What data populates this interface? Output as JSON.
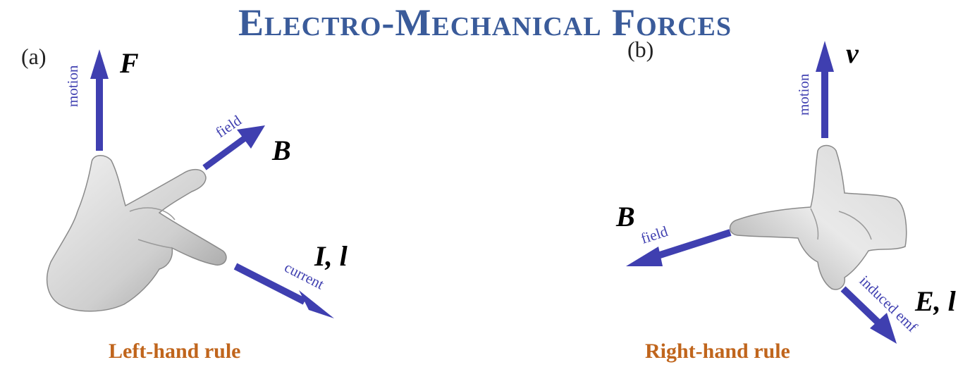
{
  "title": "Electro-Mechanical Forces",
  "left_panel": {
    "panel_label": "(a)",
    "caption": "Left-hand rule",
    "arrows": {
      "motion": {
        "label": "motion",
        "symbol": "F"
      },
      "field": {
        "label": "field",
        "symbol": "B"
      },
      "current": {
        "label": "current",
        "symbol": "I, l"
      }
    }
  },
  "right_panel": {
    "panel_label": "(b)",
    "caption": "Right-hand rule",
    "arrows": {
      "motion": {
        "label": "motion",
        "symbol": "v"
      },
      "field": {
        "label": "field",
        "symbol": "B"
      },
      "emf": {
        "label": "induced emf",
        "symbol": "E, l"
      }
    }
  },
  "colors": {
    "title": "#3a5b9a",
    "arrow": "#3f3fb0",
    "caption": "#c0651c"
  }
}
